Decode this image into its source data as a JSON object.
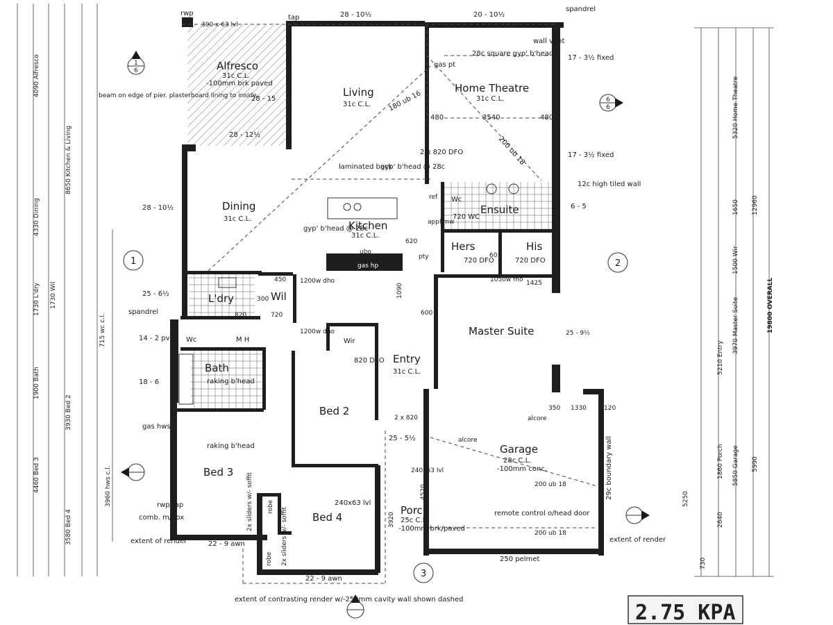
{
  "rooms": {
    "alfresco": {
      "name": "Alfresco",
      "ceiling": "31c C.L.",
      "finish": "-100mm brk paved",
      "dim": "28 - 15",
      "dim2": "28 - 12½",
      "beam": "300 x 63 lvl"
    },
    "living": {
      "name": "Living",
      "ceiling": "31c C.L."
    },
    "home_theatre": {
      "name": "Home Theatre",
      "ceiling": "31c C.L.",
      "note": "28c square gyp' b'head",
      "w1": "480",
      "w2": "3540",
      "w3": "480"
    },
    "dining": {
      "name": "Dining",
      "ceiling": "31c C.L."
    },
    "kitchen": {
      "name": "Kitchen",
      "ceiling": "31c C.L.",
      "note1": "laminated back",
      "note2": "gyp' b'head @ 28c",
      "note3": "gyp' b'head @ 28c"
    },
    "ensuite": {
      "name": "Ensuite"
    },
    "wc_ens": {
      "name": "Wc",
      "dim": "720 WC"
    },
    "hers": {
      "name": "Hers",
      "dim": "720 DFO"
    },
    "his": {
      "name": "His",
      "dim": "720 DFO"
    },
    "laundry": {
      "name": "L'dry"
    },
    "wil": {
      "name": "Wil"
    },
    "wc": {
      "name": "Wc"
    },
    "bath": {
      "name": "Bath",
      "note": "raking b'head"
    },
    "wir": {
      "name": "Wir",
      "dim": "820 DFO"
    },
    "entry": {
      "name": "Entry",
      "ceiling": "31c C.L."
    },
    "master": {
      "name": "Master Suite"
    },
    "bed2": {
      "name": "Bed 2"
    },
    "bed3": {
      "name": "Bed 3",
      "note": "raking b'head"
    },
    "bed4": {
      "name": "Bed 4",
      "beam": "240x63 lvl"
    },
    "garage": {
      "name": "Garage",
      "ceiling": "28c C.L.",
      "finish": "-100mm conc.",
      "door": "remote control o/head door",
      "pelmet": "250 pelmet",
      "boundary": "29c boundary wall"
    },
    "porch": {
      "name": "Porch",
      "ceiling": "25c C.L.",
      "finish": "-100mm brk/paved",
      "dim": "25 - 5½"
    }
  },
  "top_dims": {
    "d1": "28 - 10½",
    "d2": "20 - 10½",
    "rwp": "rwp",
    "tap": "tap",
    "spandrel": "spandrel",
    "wall_vent": "wall vent",
    "fixed1": "17 - 3½ fixed",
    "fixed2": "17 - 3½ fixed",
    "gas": "gas pt",
    "ub1": "180 ub 16",
    "ub2": "200 ub 18",
    "dfo": "2 x 820 DFO",
    "tiled": "12c high tiled wall",
    "dim65": "6 - 5"
  },
  "left_notes": {
    "beam_note": "beam on edge of pier. plasterboard lining to inside.",
    "d_dining": "28 - 10½",
    "d_ldry": "25 - 6½",
    "spandrel": "spandrel",
    "d_wc": "14 - 2 pv",
    "d_bath": "18 - 6",
    "gas_hws": "gas hws",
    "comb": "comb. m/box",
    "render": "extent of render",
    "rwp_tap": "rwp tap"
  },
  "bottom_notes": {
    "awn1": "22 - 9 awn",
    "awn2": "22 - 9 awn",
    "render_note": "extent of contrasting render w/-250mm cavity wall shown dashed",
    "ext_render": "extent of render",
    "sliders1": "2x sliders w/- soffit",
    "sliders2": "2x sliders w/- soffit",
    "robe1": "robe",
    "robe2": "robe"
  },
  "misc": {
    "d820a": "820",
    "d720": "720",
    "d300": "300",
    "d450": "450",
    "d1200dho1": "1200w dho",
    "d1200dho2": "1200w dho",
    "d1090": "1090",
    "d600": "600",
    "d620": "620",
    "d1050": "1050w fho",
    "d1425": "1425",
    "d2x820": "2 x 820",
    "alcore": "alcore",
    "alcore2": "alcore",
    "d240": "240x63 lvl",
    "d200ub": "200 ub 18",
    "d200ub2": "200 ub 18",
    "d259": "25 - 9½",
    "d350": "350",
    "d1330": "1330",
    "d120": "120",
    "d4520": "4520",
    "d3920": "3920",
    "d715": "715 wc c.l.",
    "d3960": "3960 hws c.l.",
    "appl": "appl mw",
    "ref": "ref",
    "pty": "pty",
    "ubo": "ubo",
    "gas_hp": "gas hp",
    "d60": "60",
    "wc_label": "Wc",
    "mh": "M H",
    "overall": "19800 OVERALL"
  },
  "grid_markers": [
    "1",
    "2",
    "3"
  ],
  "section_markers": [
    "1",
    "6"
  ],
  "left_dims": [
    "4090 Alfresco",
    "8650 Kitchen & Living",
    "4330 Dining",
    "1730 L'dry",
    "1730 Wil",
    "1900 Bath",
    "3930 Bed 2",
    "4460 Bed 3",
    "3580 Bed 4"
  ],
  "right_dims": [
    "5320 Home Theatre",
    "1650",
    "1500 Wir",
    "3970 Master Suite",
    "5210 Entry",
    "1860 Porch",
    "5850 Garage",
    "12960",
    "5990",
    "5250",
    "2640",
    "730"
  ],
  "stamp": "2.75 KPA"
}
